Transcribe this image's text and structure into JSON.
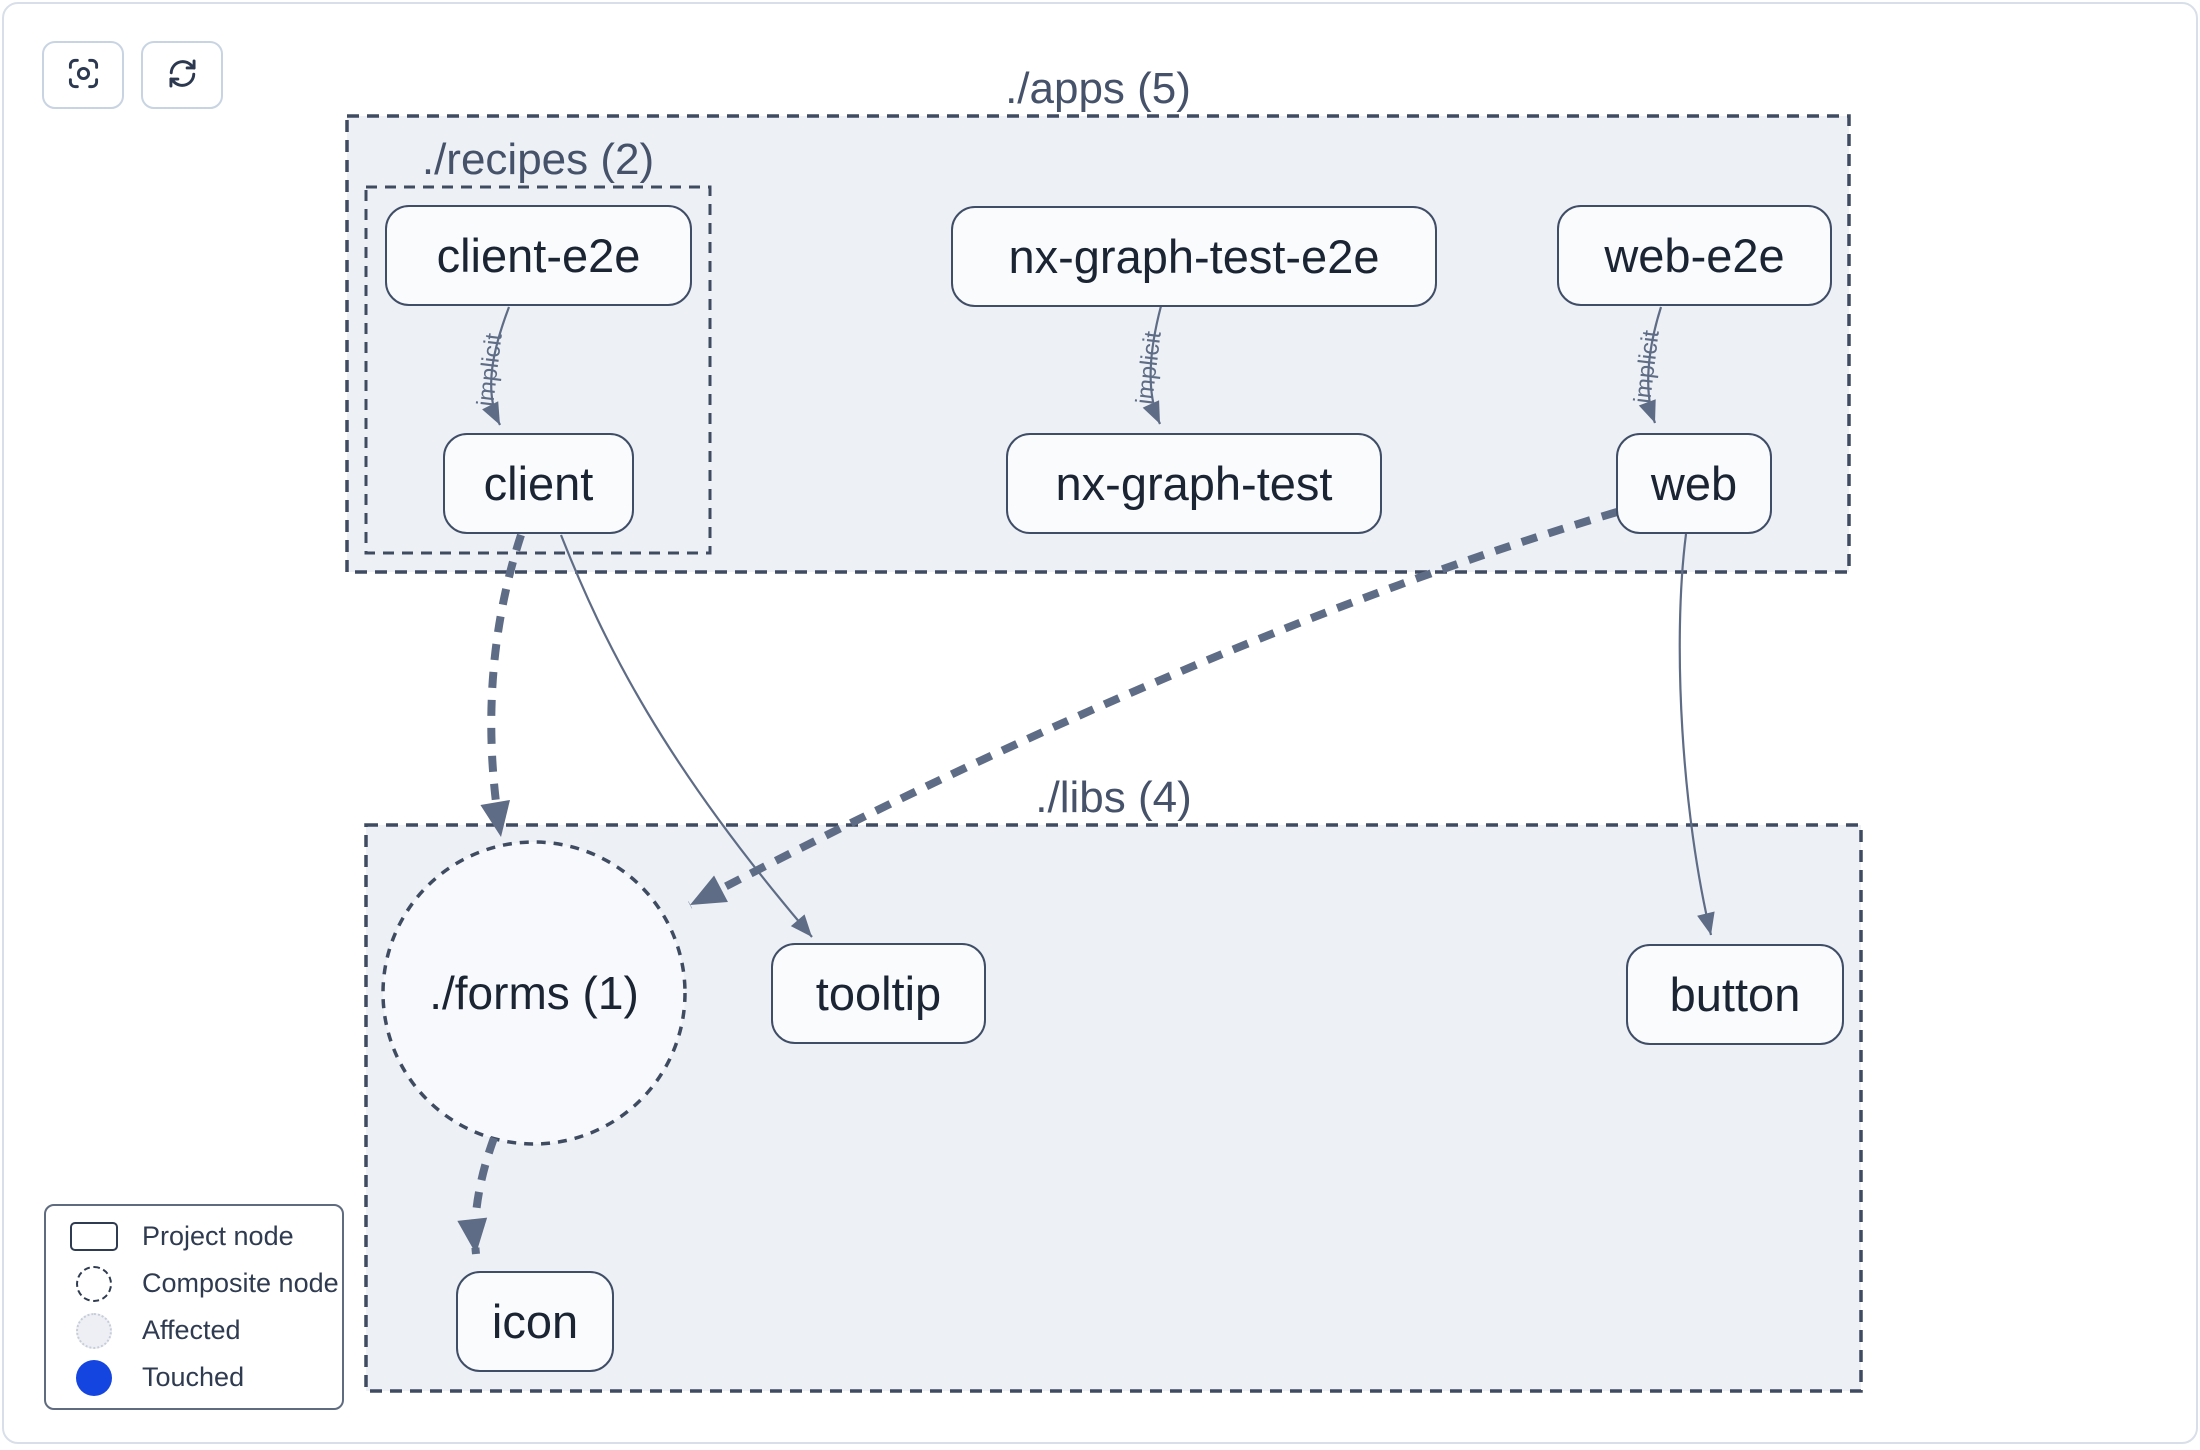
{
  "toolbar": {
    "buttons": [
      {
        "icon": "focus-icon"
      },
      {
        "icon": "refresh-icon"
      }
    ]
  },
  "graph": {
    "groups": {
      "apps": {
        "label": "./apps (5)"
      },
      "recipes": {
        "label": "./recipes (2)"
      },
      "libs": {
        "label": "./libs (4)"
      }
    },
    "composite_nodes": {
      "forms": {
        "label": "./forms (1)"
      }
    },
    "nodes": {
      "client_e2e": {
        "label": "client-e2e",
        "group": "apps/recipes"
      },
      "client": {
        "label": "client",
        "group": "apps/recipes"
      },
      "nx_graph_test_e2e": {
        "label": "nx-graph-test-e2e",
        "group": "apps"
      },
      "nx_graph_test": {
        "label": "nx-graph-test",
        "group": "apps"
      },
      "web_e2e": {
        "label": "web-e2e",
        "group": "apps"
      },
      "web": {
        "label": "web",
        "group": "apps"
      },
      "tooltip": {
        "label": "tooltip",
        "group": "libs"
      },
      "button": {
        "label": "button",
        "group": "libs"
      },
      "icon": {
        "label": "icon",
        "group": "libs"
      }
    },
    "edges": [
      {
        "from": "client-e2e",
        "to": "client",
        "label": "implicit",
        "style": "thin-solid"
      },
      {
        "from": "nx-graph-test-e2e",
        "to": "nx-graph-test",
        "label": "implicit",
        "style": "thin-solid"
      },
      {
        "from": "web-e2e",
        "to": "web",
        "label": "implicit",
        "style": "thin-solid"
      },
      {
        "from": "client",
        "to": "./forms (1)",
        "label": "",
        "style": "thick-dashed"
      },
      {
        "from": "client",
        "to": "tooltip",
        "label": "",
        "style": "thin-solid"
      },
      {
        "from": "web",
        "to": "./forms (1)",
        "label": "",
        "style": "thick-dashed"
      },
      {
        "from": "web",
        "to": "button",
        "label": "",
        "style": "thin-solid"
      },
      {
        "from": "./forms (1)",
        "to": "icon",
        "label": "",
        "style": "thick-dashed"
      }
    ]
  },
  "legend": {
    "items": [
      {
        "label": "Project node",
        "swatch": "rect-solid"
      },
      {
        "label": "Composite node",
        "swatch": "circle-dashed"
      },
      {
        "label": "Affected",
        "swatch": "circle-affected",
        "color": "#edeff4"
      },
      {
        "label": "Touched",
        "swatch": "circle-touched",
        "color": "#1545e1"
      }
    ]
  },
  "colors": {
    "canvas": "#ffffff",
    "page_border": "#d9dfe9",
    "group_fill": "#edf1f6",
    "group_border": "#3f4b61",
    "composite_fill": "#f7f9fc",
    "node_fill": "#fafbfd",
    "node_border": "#3f4d66",
    "node_text": "#1a2433",
    "group_label_text": "#45526a",
    "edge": "#5e6c86",
    "touched_blue": "#1545e1",
    "affected_fill": "#edeff4"
  }
}
